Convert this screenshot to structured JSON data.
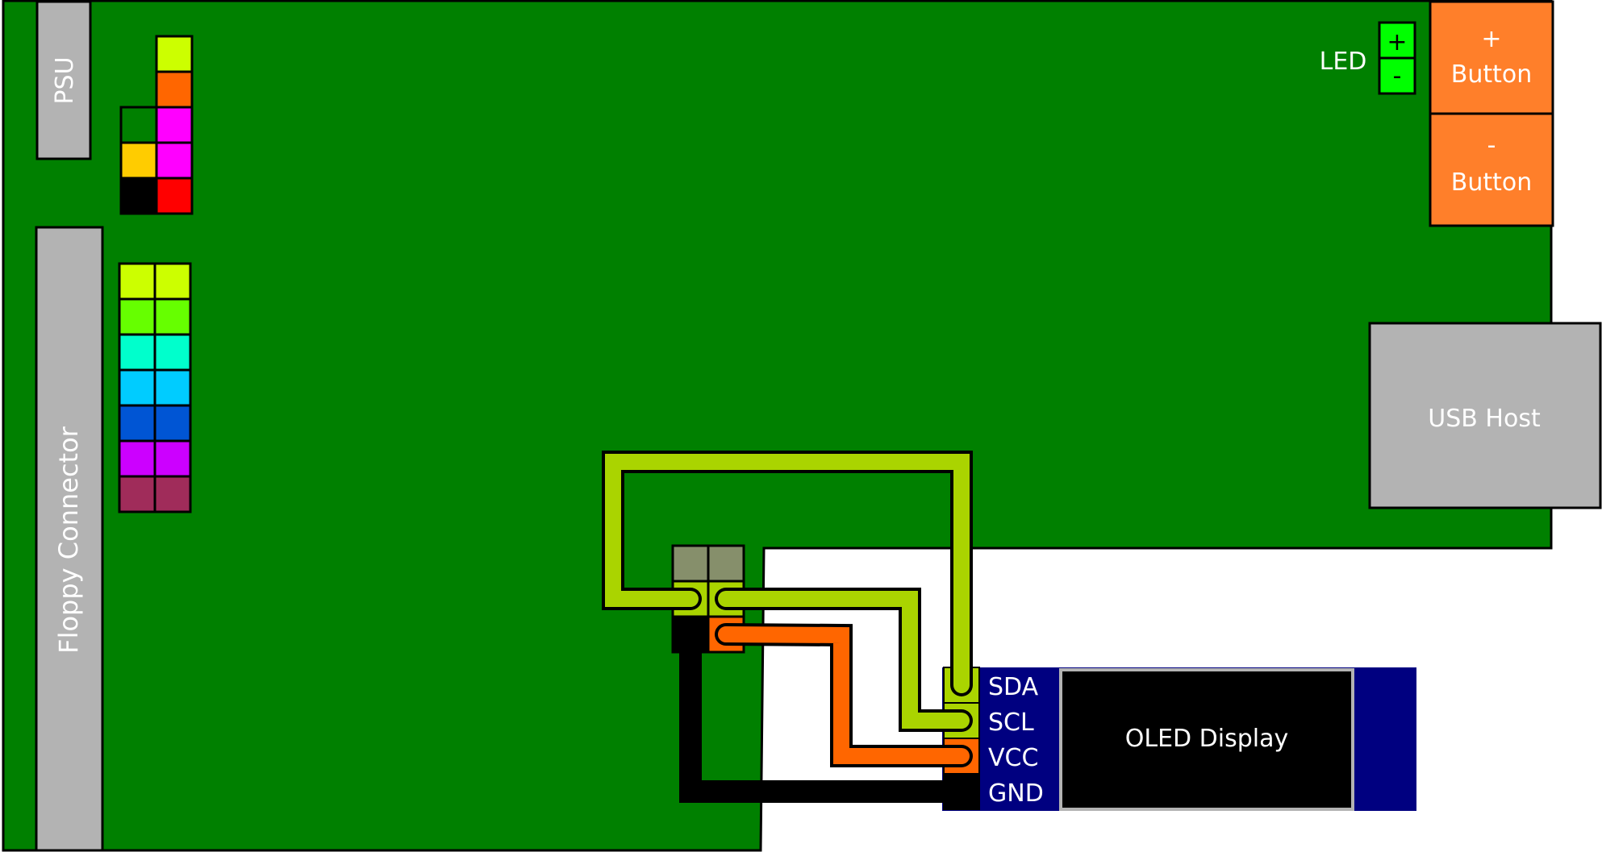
{
  "board": {
    "psu_label": "PSU",
    "floppy_label": "Floppy Connector",
    "usb_label": "USB Host",
    "led_label": "LED",
    "led_plus": "+",
    "led_minus": "-",
    "button_plus": {
      "sign": "+",
      "label": "Button"
    },
    "button_minus": {
      "sign": "-",
      "label": "Button"
    }
  },
  "oled": {
    "pins": [
      "SDA",
      "SCL",
      "VCC",
      "GND"
    ],
    "label": "OLED Display"
  },
  "colors": {
    "board_green": "#008000",
    "connector_gray": "#b3b3b3",
    "button_orange": "#ff7f2a",
    "led_green": "#00ff00",
    "oled_panel": "#000080",
    "wire_data": "#aad400",
    "wire_power": "#ff6600",
    "wire_ground": "#000000",
    "header_pin_gray": "#868f6b"
  },
  "pin_header_top": [
    "#ccff00",
    "#ff6600",
    "#ff00ff",
    "#ff00ff",
    "#ff0000",
    "#008000",
    "#ffcc00",
    "#000000"
  ],
  "pin_header_grid": [
    "#ccff00",
    "#66ff00",
    "#00ffcc",
    "#00ccff",
    "#0055d4",
    "#cc00ff",
    "#a02c5a"
  ]
}
